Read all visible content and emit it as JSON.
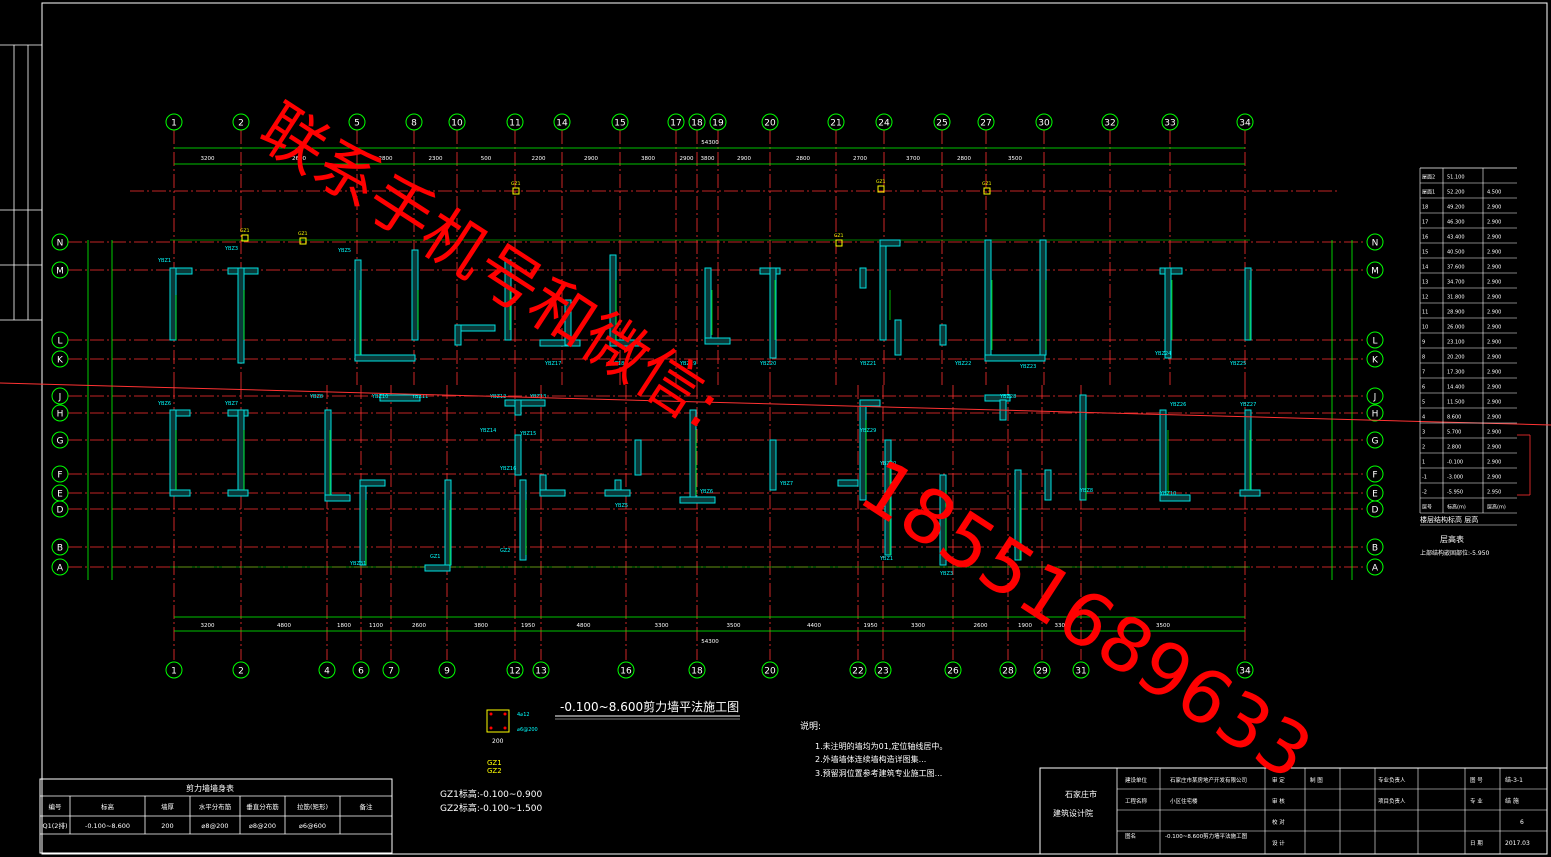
{
  "grid_top": [
    "1",
    "2",
    "5",
    "8",
    "10",
    "11",
    "14",
    "15",
    "17",
    "18",
    "19",
    "20",
    "21",
    "24",
    "25",
    "27",
    "30",
    "32",
    "33",
    "34"
  ],
  "grid_bottom": [
    "1",
    "2",
    "4",
    "6",
    "7",
    "9",
    "12",
    "13",
    "16",
    "18",
    "20",
    "22",
    "23",
    "26",
    "28",
    "29",
    "31",
    "34"
  ],
  "grid_rows": [
    "N",
    "M",
    "L",
    "K",
    "J",
    "H",
    "G",
    "F",
    "E",
    "D",
    "B",
    "A"
  ],
  "dims_top": [
    "3200",
    "2600",
    "2800",
    "2300",
    "500",
    "2200",
    "2900",
    "3800",
    "2900",
    "3800",
    "2900",
    "2800",
    "2700",
    "3700",
    "2800",
    "3500"
  ],
  "dims_bottom": [
    "3200",
    "4800",
    "1800",
    "1100",
    "2600",
    "3800",
    "1950",
    "4800",
    "3300",
    "3500",
    "4400",
    "1950",
    "3300",
    "2600",
    "1900",
    "3300",
    "3500"
  ],
  "total_top": "54300",
  "total_bottom": "54300",
  "wall_labels": [
    "YBZ1",
    "YBZ3",
    "YBZ5",
    "YBZ6",
    "YBZ7",
    "YBZ8",
    "YBZ10",
    "YBZ11",
    "YBZ12",
    "YBZ13",
    "YBZ14",
    "YBZ15",
    "YBZ16",
    "YBZ17",
    "YBZ18",
    "YBZ19",
    "YBZ20",
    "YBZ21",
    "YBZ22",
    "YBZ23",
    "YBZ24",
    "YBZ25",
    "YBZ26",
    "YBZ27",
    "YBZ28",
    "YBZ29",
    "YBZ30",
    "YBZ31",
    "GZ1",
    "GZ2"
  ],
  "drawing_title": "-0.100~8.600剪力墙平法施工图",
  "gz_detail": {
    "tag_gz1": "GZ1",
    "tag_gz2": "GZ2",
    "dim": "200",
    "rebar": "4⌀12",
    "stirrup": "⌀6@200",
    "note1": "GZ1标高:-0.100~0.900",
    "note2": "GZ2标高:-0.100~1.500"
  },
  "notes": {
    "heading": "说明:",
    "items": [
      "1.未注明的墙均为01,定位轴线居中。",
      "2.外墙墙体连续墙构造详图集...",
      "3.预留洞位置参考建筑专业施工图..."
    ]
  },
  "wall_table": {
    "title": "剪力墙墙身表",
    "headers": [
      "编号",
      "标高",
      "墙厚",
      "水平分布筋",
      "垂直分布筋",
      "拉筋(矩形)",
      "备注"
    ],
    "rows": [
      [
        "Q1(2排)",
        "-0.100~8.600",
        "200",
        "⌀8@200",
        "⌀8@200",
        "⌀6@600",
        ""
      ]
    ]
  },
  "floor_table": {
    "rows": [
      [
        "屋面2",
        "51.100",
        ""
      ],
      [
        "屋面1",
        "52.200",
        "4.500"
      ],
      [
        "18",
        "49.200",
        "2.900"
      ],
      [
        "17",
        "46.300",
        "2.900"
      ],
      [
        "16",
        "43.400",
        "2.900"
      ],
      [
        "15",
        "40.500",
        "2.900"
      ],
      [
        "14",
        "37.600",
        "2.900"
      ],
      [
        "13",
        "34.700",
        "2.900"
      ],
      [
        "12",
        "31.800",
        "2.900"
      ],
      [
        "11",
        "28.900",
        "2.900"
      ],
      [
        "10",
        "26.000",
        "2.900"
      ],
      [
        "9",
        "23.100",
        "2.900"
      ],
      [
        "8",
        "20.200",
        "2.900"
      ],
      [
        "7",
        "17.300",
        "2.900"
      ],
      [
        "6",
        "14.400",
        "2.900"
      ],
      [
        "5",
        "11.500",
        "2.900"
      ],
      [
        "4",
        "8.600",
        "2.900"
      ],
      [
        "3",
        "5.700",
        "2.900"
      ],
      [
        "2",
        "2.800",
        "2.900"
      ],
      [
        "1",
        "-0.100",
        "2.900"
      ],
      [
        "-1",
        "-3.000",
        "2.900"
      ],
      [
        "-2",
        "-5.950",
        "2.950"
      ],
      [
        "层号",
        "标高(m)",
        "层高(m)"
      ]
    ],
    "footer": "楼层结构标高  层高",
    "caption": "层高表",
    "note": "上部结构嵌固部位:-5.950"
  },
  "title_block": {
    "institute": [
      "石家庄市",
      "建筑设计院"
    ],
    "cells": [
      "建设单位",
      "石家庄市某房地产开发有限公司",
      "工程名称",
      "小区住宅楼",
      "图名",
      "-0.100~8.600剪力墙平法施工图",
      "审 定",
      "审 核",
      "校 对",
      "设 计",
      "制 图",
      "专业负责人",
      "项目负责人",
      "图 号",
      "专 业",
      "日 期"
    ],
    "sheet_no": "结-3-1",
    "discipline": "结 施",
    "sheet": "6",
    "date": "2017.03"
  },
  "watermark": {
    "line1": "联系手机号和微信:",
    "line2": "18551689633"
  }
}
